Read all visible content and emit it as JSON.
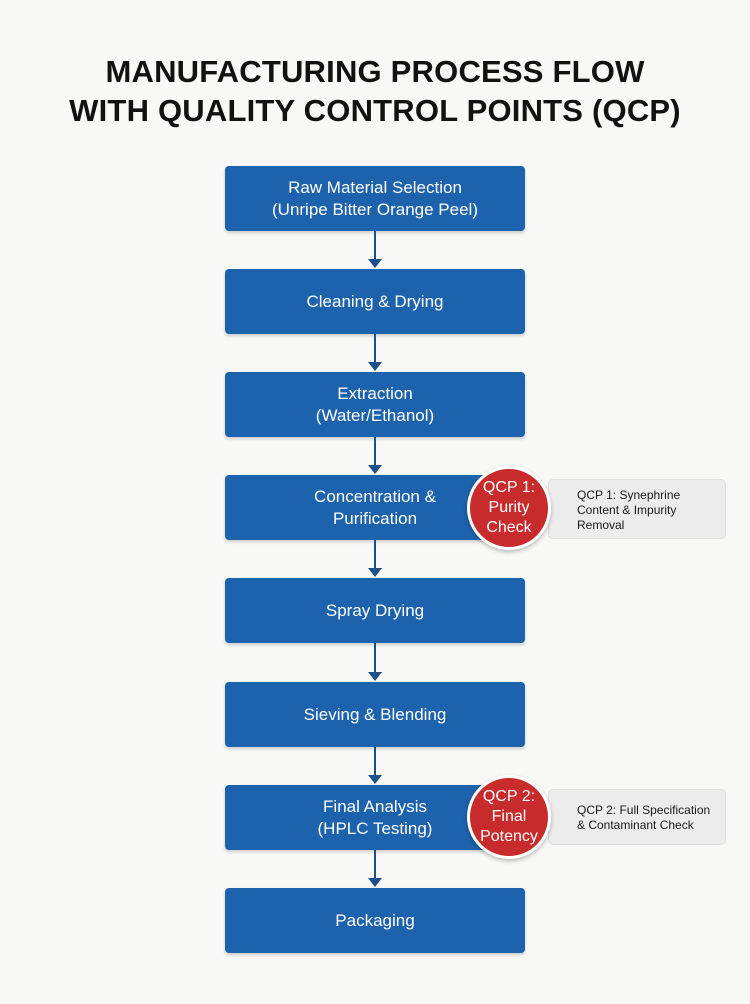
{
  "title": {
    "line1": "MANUFACTURING PROCESS FLOW",
    "line2": "WITH QUALITY CONTROL POINTS (QCP)"
  },
  "steps": [
    {
      "line1": "Raw Material Selection",
      "line2": "(Unripe Bitter Orange Peel)"
    },
    {
      "line1": "Cleaning & Drying"
    },
    {
      "line1": "Extraction",
      "line2": "(Water/Ethanol)"
    },
    {
      "line1": "Concentration &",
      "line2": "Purification"
    },
    {
      "line1": "Spray Drying"
    },
    {
      "line1": "Sieving & Blending"
    },
    {
      "line1": "Final Analysis",
      "line2": "(HPLC Testing)"
    },
    {
      "line1": "Packaging"
    }
  ],
  "qcp": [
    {
      "badge": {
        "line1": "QCP 1:",
        "line2": "Purity",
        "line3": "Check"
      },
      "note": {
        "line1": "QCP 1: Synephrine",
        "line2": "Content & Impurity",
        "line3": "Removal"
      }
    },
    {
      "badge": {
        "line1": "QCP 2:",
        "line2": "Final",
        "line3": "Potency"
      },
      "note": {
        "line1": "QCP 2: Full Specification",
        "line2": "& Contaminant Check"
      }
    }
  ],
  "colors": {
    "step_fill": "#1d62ac",
    "arrow": "#1d4f8a",
    "qcp_badge": "#c72b2b",
    "note_fill": "#ececec",
    "background": "#f8f8f6"
  }
}
